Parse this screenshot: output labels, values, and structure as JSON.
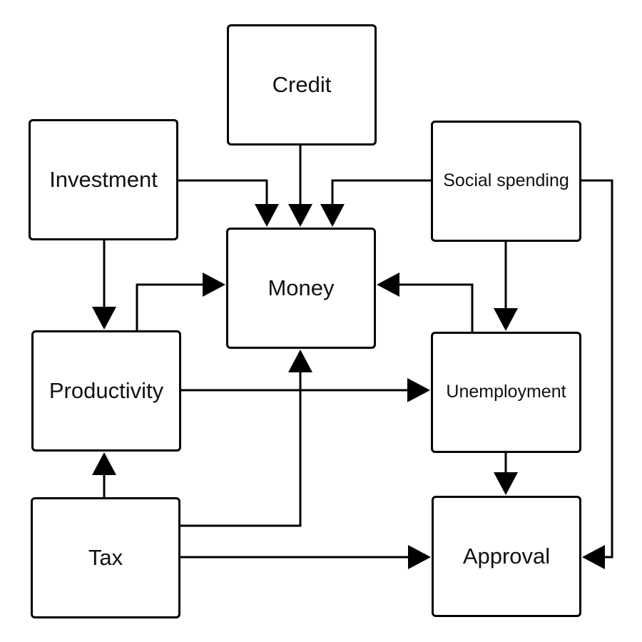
{
  "diagram": {
    "nodes": {
      "credit": "Credit",
      "investment": "Investment",
      "social_spending": "Social spending",
      "money": "Money",
      "productivity": "Productivity",
      "unemployment": "Unemployment",
      "tax": "Tax",
      "approval": "Approval"
    },
    "edges": [
      {
        "from": "investment",
        "to": "money"
      },
      {
        "from": "credit",
        "to": "money"
      },
      {
        "from": "social_spending",
        "to": "money"
      },
      {
        "from": "investment",
        "to": "productivity"
      },
      {
        "from": "productivity",
        "to": "money"
      },
      {
        "from": "unemployment",
        "to": "money"
      },
      {
        "from": "social_spending",
        "to": "unemployment"
      },
      {
        "from": "social_spending",
        "to": "approval"
      },
      {
        "from": "productivity",
        "to": "unemployment"
      },
      {
        "from": "tax",
        "to": "money"
      },
      {
        "from": "tax",
        "to": "productivity"
      },
      {
        "from": "tax",
        "to": "approval"
      },
      {
        "from": "unemployment",
        "to": "approval"
      }
    ],
    "colors": {
      "stroke": "#000000",
      "text": "#111111",
      "background": "#ffffff"
    }
  }
}
